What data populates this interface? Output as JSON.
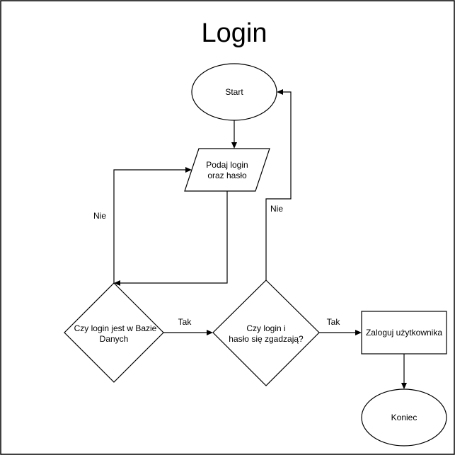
{
  "title": "Login",
  "nodes": {
    "start": {
      "label": "Start"
    },
    "input": {
      "line1": "Podaj login",
      "line2": "oraz hasło"
    },
    "check_db": {
      "line1": "Czy login jest w Bazie",
      "line2": "Danych"
    },
    "check_pw": {
      "line1": "Czy login i",
      "line2": "hasło się zgadzają?"
    },
    "login_user": {
      "label": "Zaloguj użytkownika"
    },
    "end": {
      "label": "Koniec"
    }
  },
  "edges": {
    "db_no": "Nie",
    "db_yes": "Tak",
    "pw_no": "Nie",
    "pw_yes": "Tak"
  }
}
